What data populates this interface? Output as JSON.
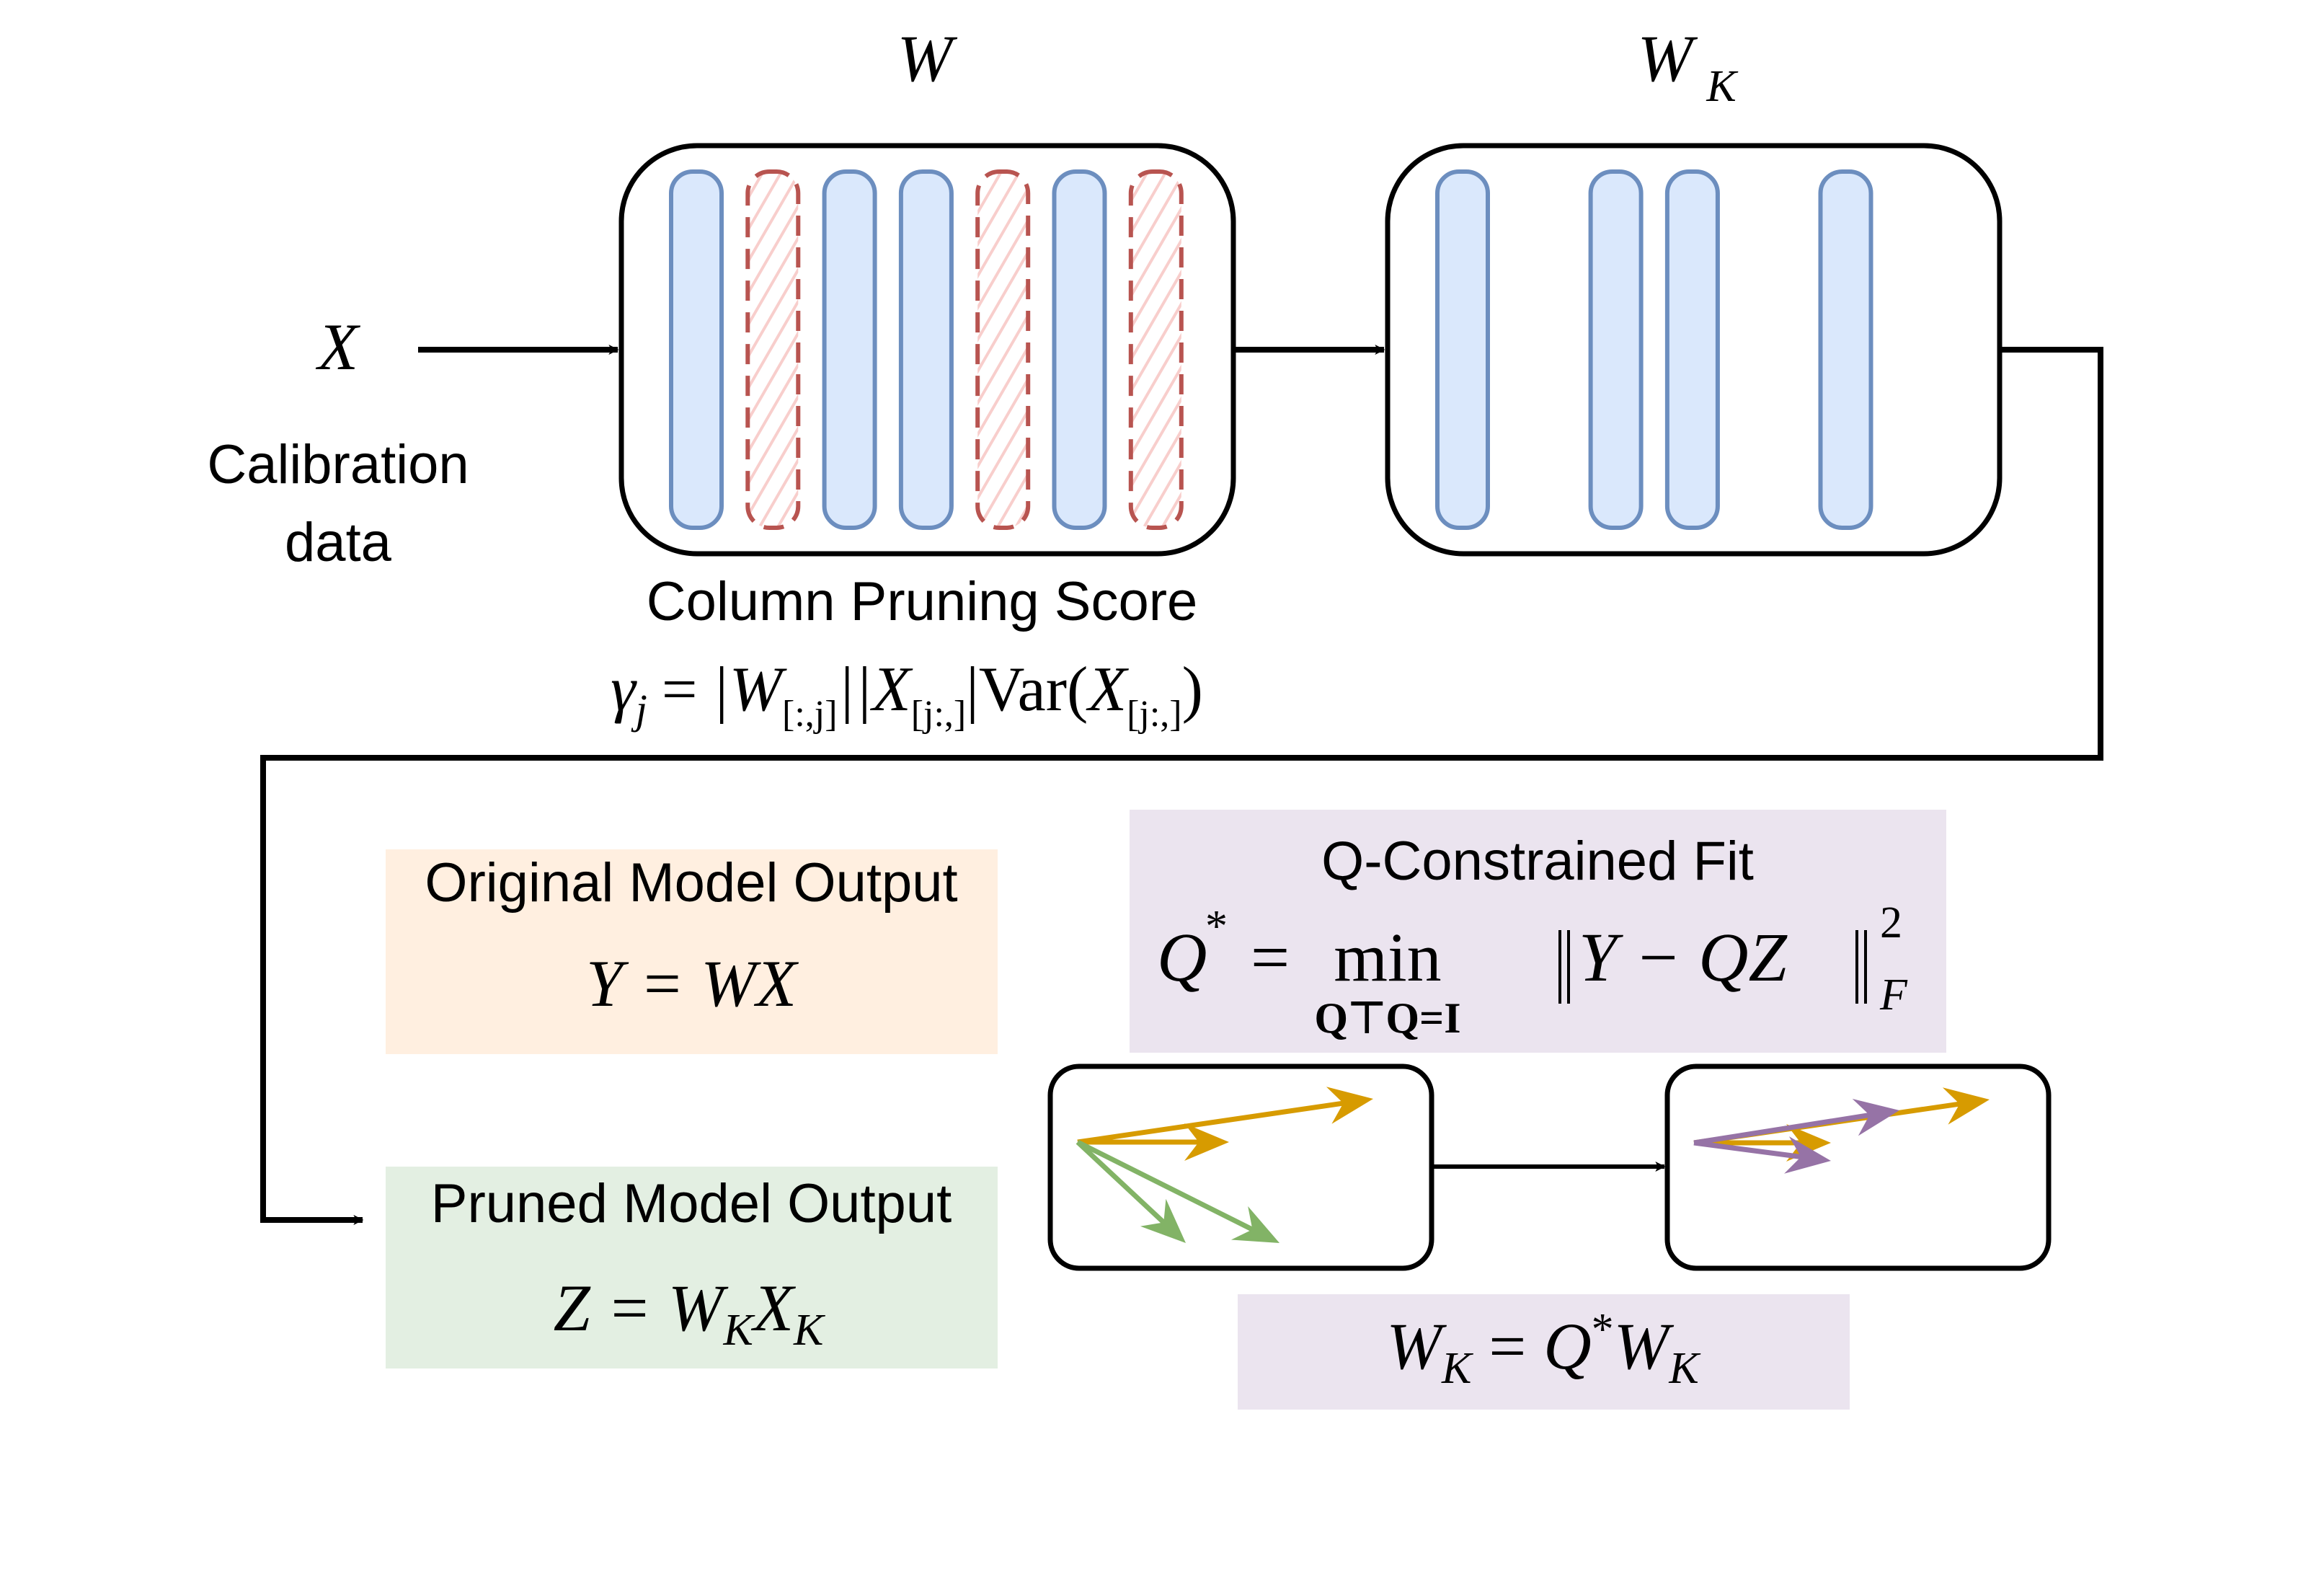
{
  "colors": {
    "kept_column_fill": "#dae8fc",
    "kept_column_stroke": "#6c8ebf",
    "pruned_column_stroke": "#b85450",
    "pruned_column_hatch": "#f8cecc",
    "original_output_bg": "#ffefe0",
    "pruned_output_bg": "#e3efe2",
    "q_fit_bg": "#ebe4ef",
    "orange_vector": "#d79b00",
    "green_vector": "#82b366",
    "purple_vector": "#9673a6"
  },
  "input": {
    "symbol": "X",
    "caption_line1": "Calibration",
    "caption_line2": "data"
  },
  "weight_full": {
    "title": "W",
    "columns": [
      "kept",
      "pruned",
      "kept",
      "kept",
      "pruned",
      "kept",
      "pruned"
    ]
  },
  "weight_pruned": {
    "title_base": "W",
    "title_sub": "K",
    "columns": [
      "kept",
      "empty",
      "kept",
      "kept",
      "empty",
      "kept",
      "empty"
    ]
  },
  "pruning_score": {
    "title": "Column Pruning Score",
    "formula": {
      "lhs": "γ",
      "lhs_sub": "j",
      "eq": "=",
      "part1": "|W",
      "part1_sub": "[:,j]",
      "part2": "||X",
      "part2_sub": "[j:,]",
      "part3": "|Var(",
      "part4": "X",
      "part4_sub": "[j:,]",
      "close": ")"
    }
  },
  "original_output": {
    "title": "Original Model Output",
    "formula": "Y = WX"
  },
  "pruned_output": {
    "title": "Pruned Model Output",
    "formula_lhs": "Z = W",
    "formula_sub1": "K",
    "formula_mid": "X",
    "formula_sub2": "K"
  },
  "q_fit": {
    "title": "Q-Constrained Fit",
    "lhs": "Q",
    "lhs_sup": "*",
    "eq": "=",
    "op": "min",
    "constraint": "Q⊤Q=I",
    "norm_body": "Y − QZ",
    "norm_sup": "2",
    "norm_sub": "F"
  },
  "update": {
    "lhs": "W",
    "lhs_sub": "K",
    "eq": "=",
    "rhs1": "Q",
    "rhs1_sup": "*",
    "rhs2": "W",
    "rhs2_sub": "K"
  },
  "vectors_before": [
    {
      "color": "orange",
      "dx": 0.82,
      "dy": -0.12
    },
    {
      "color": "orange",
      "dx": 0.42,
      "dy": 0.0
    },
    {
      "color": "green",
      "dx": 0.3,
      "dy": 0.28
    },
    {
      "color": "green",
      "dx": 0.56,
      "dy": 0.28
    }
  ],
  "vectors_after": [
    {
      "color": "orange",
      "dx": 0.82,
      "dy": -0.12
    },
    {
      "color": "orange",
      "dx": 0.38,
      "dy": 0.0
    },
    {
      "color": "purple",
      "dx": 0.57,
      "dy": -0.09
    },
    {
      "color": "purple",
      "dx": 0.38,
      "dy": 0.05
    }
  ]
}
